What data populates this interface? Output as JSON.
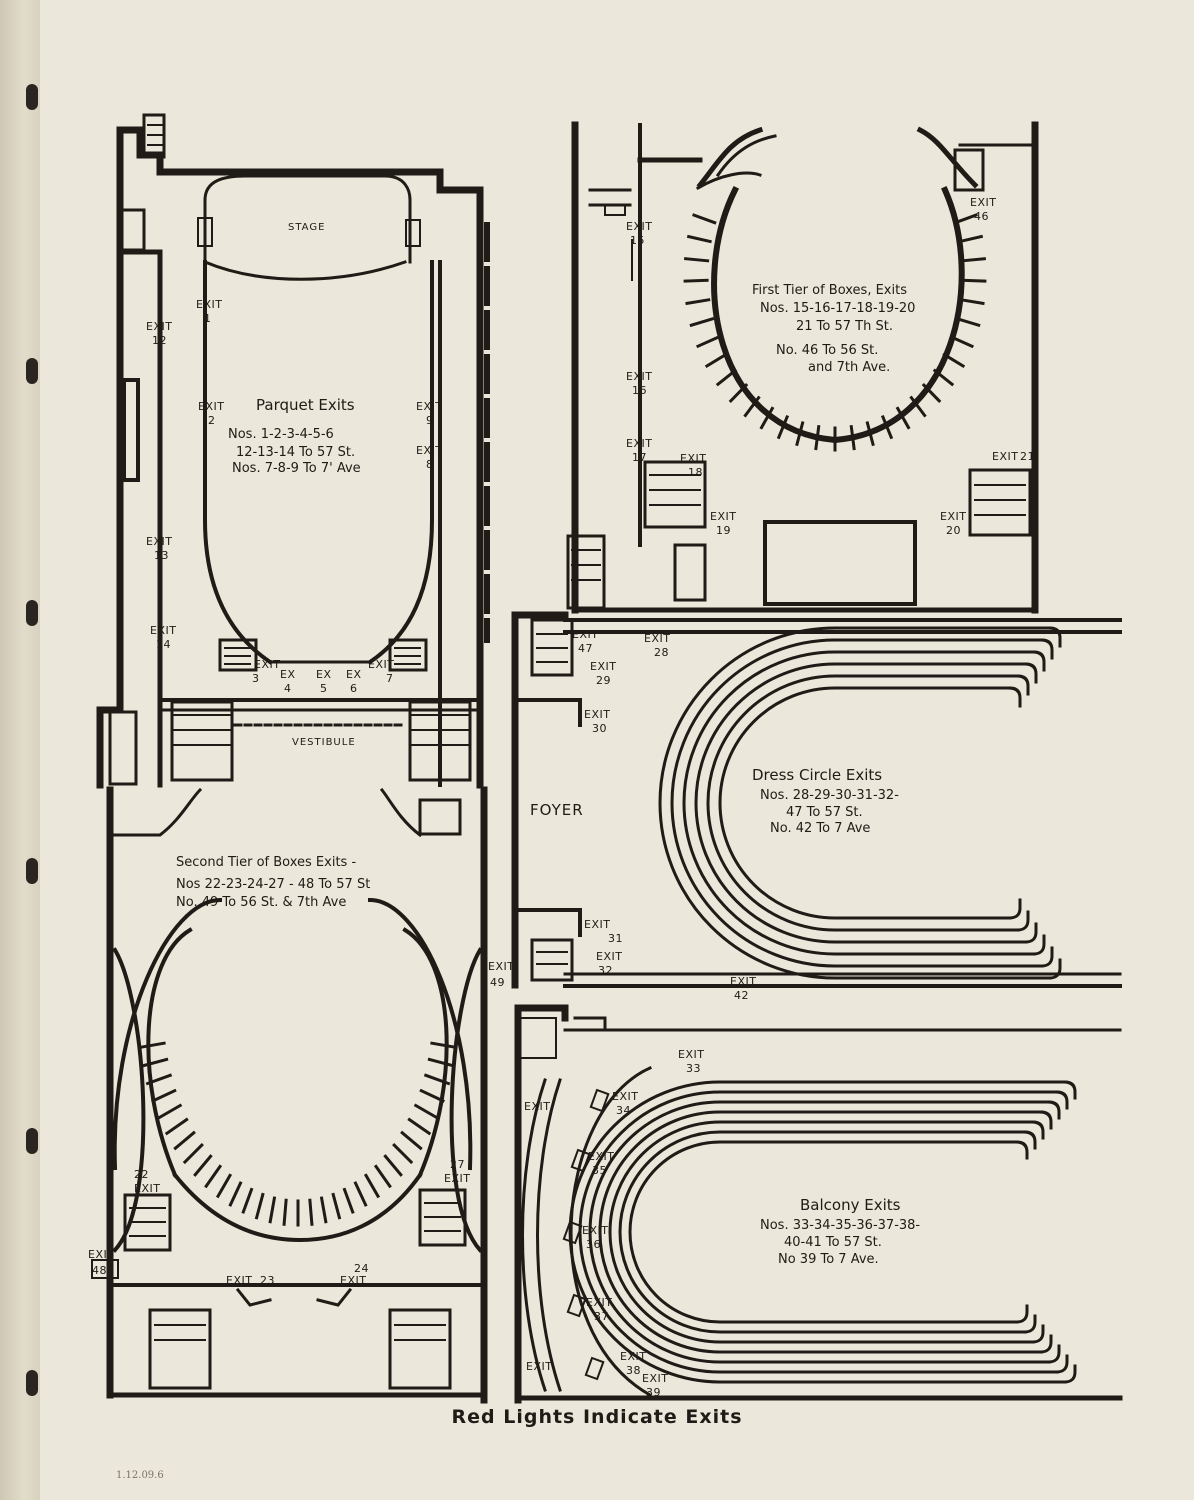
{
  "parquet": {
    "title": "Parquet Exits",
    "stage": "STAGE",
    "vestibule": "VESTIBULE",
    "lines": [
      "Nos. 1-2-3-4-5-6",
      "12-13-14 To 57 St.",
      "Nos. 7-8-9 To 7' Ave"
    ],
    "exits": [
      {
        "t": "EXIT",
        "n": "1"
      },
      {
        "t": "EXIT",
        "n": "2"
      },
      {
        "t": "EXIT",
        "n": "9"
      },
      {
        "t": "EXIT",
        "n": "8"
      },
      {
        "t": "EXIT",
        "n": "12"
      },
      {
        "t": "EXIT",
        "n": "13"
      },
      {
        "t": "EXIT",
        "n": "14"
      },
      {
        "t": "EXIT",
        "n": "3"
      },
      {
        "t": "EX",
        "n": "4"
      },
      {
        "t": "EX",
        "n": "5"
      },
      {
        "t": "EX",
        "n": "6"
      },
      {
        "t": "EXIT",
        "n": "7"
      }
    ]
  },
  "first_tier": {
    "lines": [
      "First Tier of Boxes, Exits",
      "Nos. 15-16-17-18-19-20",
      "21 To 57 Th St.",
      "No. 46 To 56 St.",
      "and 7th Ave."
    ],
    "exits": [
      {
        "t": "EXIT",
        "n": "15"
      },
      {
        "t": "EXIT",
        "n": "16"
      },
      {
        "t": "EXIT",
        "n": "17"
      },
      {
        "t": "EXIT",
        "n": "18"
      },
      {
        "t": "EXIT",
        "n": "19"
      },
      {
        "t": "EXIT",
        "n": "20"
      },
      {
        "t": "EXIT",
        "n": "46"
      },
      {
        "t": "EXIT",
        "n": "21"
      }
    ]
  },
  "dress_circle": {
    "title": "Dress Circle Exits",
    "foyer": "FOYER",
    "lines": [
      "Nos. 28-29-30-31-32-",
      "47 To 57 St.",
      "No. 42 To 7 Ave"
    ],
    "exits": [
      {
        "t": "EXIT",
        "n": "47"
      },
      {
        "t": "EXIT",
        "n": "28"
      },
      {
        "t": "EXIT",
        "n": "29"
      },
      {
        "t": "EXIT",
        "n": "30"
      },
      {
        "t": "EXIT",
        "n": "31"
      },
      {
        "t": "EXIT",
        "n": "32"
      },
      {
        "t": "EXIT",
        "n": "42"
      }
    ]
  },
  "second_tier": {
    "lines": [
      "Second Tier of Boxes Exits -",
      "Nos 22-23-24-27 - 48 To 57 St",
      "No. 49 To 56 St. & 7th Ave"
    ],
    "exits": [
      {
        "t": "EXIT",
        "n": "49"
      },
      {
        "t": "EXIT",
        "n": "22"
      },
      {
        "t": "EXIT",
        "n": "27"
      },
      {
        "t": "EXIT",
        "n": "48"
      },
      {
        "t": "EXIT",
        "n": "23"
      },
      {
        "t": "EXIT",
        "n": "24"
      }
    ]
  },
  "balcony": {
    "title": "Balcony Exits",
    "lines": [
      "Nos. 33-34-35-36-37-38-",
      "40-41 To 57 St.",
      "No 39 To 7 Ave."
    ],
    "exits": [
      {
        "t": "EXIT",
        "n": "33"
      },
      {
        "t": "EXIT",
        "n": "34"
      },
      {
        "t": "EXIT",
        "n": "35"
      },
      {
        "t": "EXIT",
        "n": "36"
      },
      {
        "t": "EXIT",
        "n": "37"
      },
      {
        "t": "EXIT",
        "n": "38"
      },
      {
        "t": "EXIT",
        "n": "39"
      },
      {
        "t": "EXIT",
        "n": ""
      },
      {
        "t": "EXIT",
        "n": ""
      }
    ]
  },
  "footer": "Red Lights Indicate Exits",
  "annotation": "1.12.09.6"
}
